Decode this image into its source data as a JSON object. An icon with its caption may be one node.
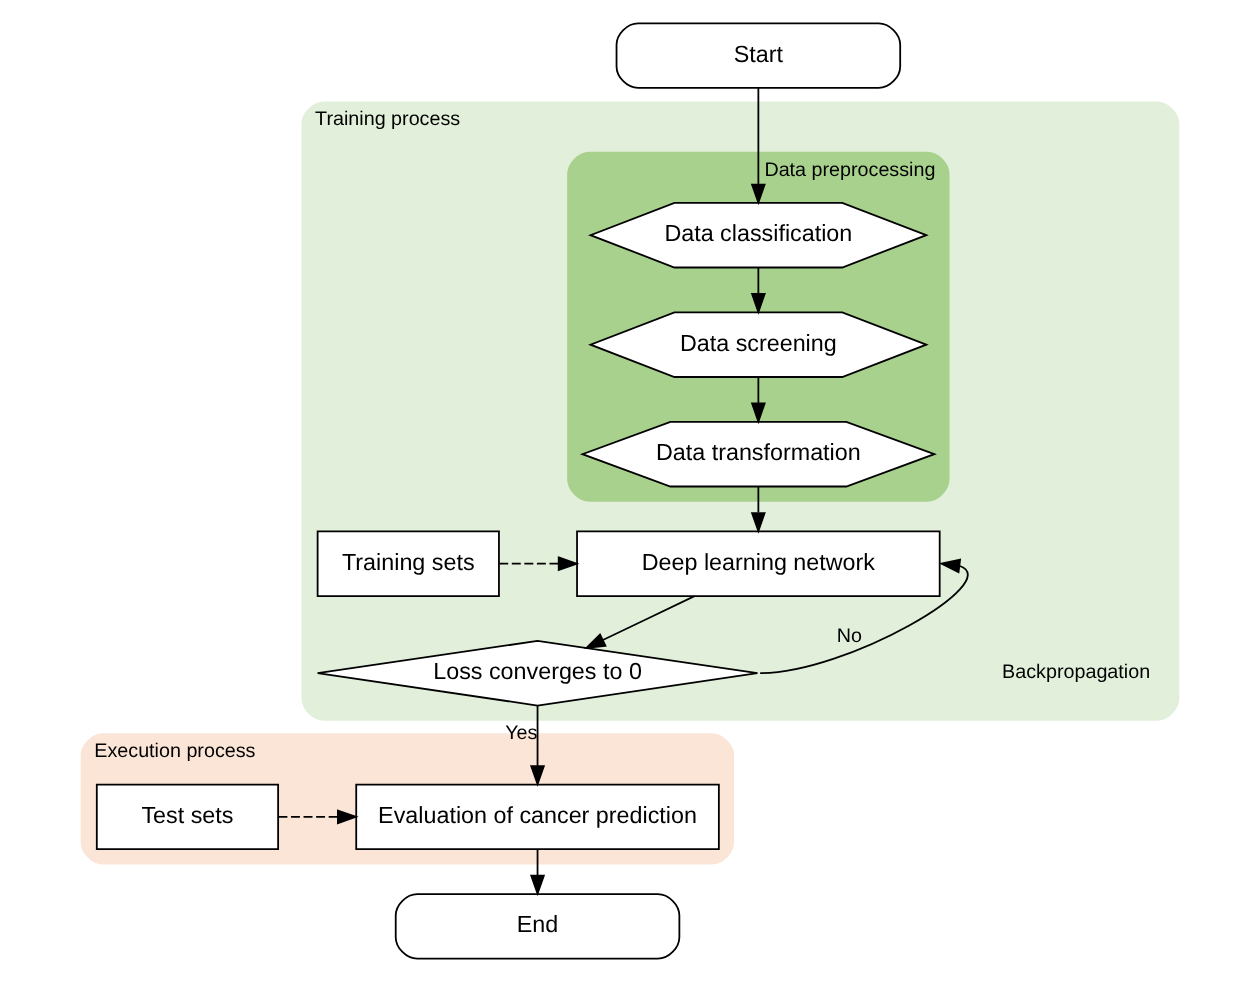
{
  "diagram": {
    "nodes": [
      {
        "text": [
          "Start"
        ]
      },
      {
        "text": [
          "Training process"
        ]
      },
      {
        "text": [
          "Data preprocessing"
        ],
        "in": 1
      },
      {
        "text": [
          "Data classification"
        ],
        "in": 2
      },
      {
        "text": [
          "Data screening"
        ],
        "in": 2
      },
      {
        "text": [
          "Data transformation"
        ],
        "in": 2
      },
      {
        "text": [
          "Training sets"
        ],
        "in": 1
      },
      {
        "text": [
          "Deep learning network"
        ],
        "in": 1
      },
      {
        "text": [
          "Loss converges to 0"
        ],
        "in": 1
      },
      {
        "text": [
          "Execution process"
        ]
      },
      {
        "text": [
          "Test sets"
        ],
        "in": 9
      },
      {
        "text": [
          "Evaluation of cancer prediction"
        ],
        "in": 9
      },
      {
        "text": [
          "End"
        ]
      }
    ],
    "edges": [
      {
        "from": 0,
        "to": 3,
        "arrow": "to"
      },
      {
        "from": 3,
        "to": 4,
        "arrow": "to"
      },
      {
        "from": 4,
        "to": 5,
        "arrow": "to"
      },
      {
        "from": 5,
        "to": 7,
        "arrow": "to"
      },
      {
        "from": 6,
        "to": 7,
        "arrow": "to",
        "style": "dashed"
      },
      {
        "from": 7,
        "to": 8,
        "arrow": "to"
      },
      {
        "from": 8,
        "to": 7,
        "arrow": "to",
        "label": "No"
      },
      {
        "from": 8,
        "to": 11,
        "arrow": "to",
        "label": "Yes"
      },
      {
        "from": 10,
        "to": 11,
        "arrow": "to",
        "style": "dashed"
      },
      {
        "from": 11,
        "to": 12,
        "arrow": "to"
      }
    ],
    "labels": [
      "Backpropagation"
    ]
  }
}
